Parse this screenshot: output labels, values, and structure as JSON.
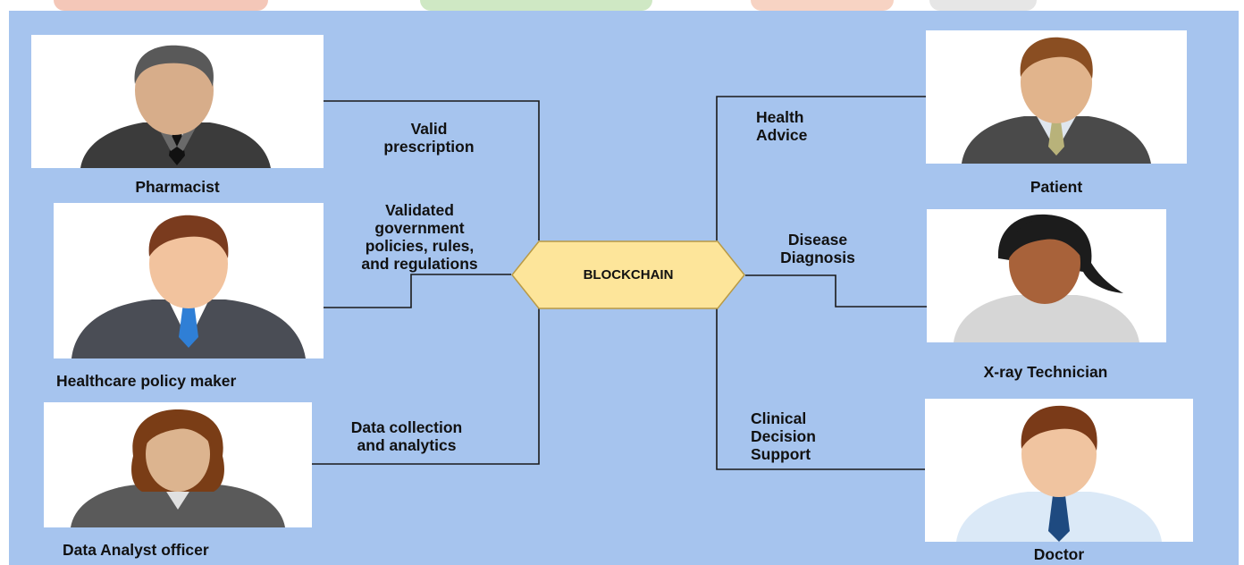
{
  "hub": {
    "label": "BLOCKCHAIN",
    "fill": "#fde59a",
    "stroke": "#c9a94a"
  },
  "colors": {
    "background": "#a6c4ee",
    "line": "#1a1a1a"
  },
  "actors": {
    "pharmacist": {
      "name": "Pharmacist",
      "icon": "man-black-suit-avatar-icon"
    },
    "policy_maker": {
      "name": "Healthcare policy maker",
      "icon": "man-blue-tie-avatar-icon"
    },
    "data_analyst": {
      "name": "Data Analyst officer",
      "icon": "woman-gray-suit-avatar-icon"
    },
    "patient": {
      "name": "Patient",
      "icon": "man-khaki-tie-avatar-icon"
    },
    "xray_technician": {
      "name": "X-ray Technician",
      "icon": "woman-nurse-avatar-icon"
    },
    "doctor": {
      "name": "Doctor",
      "icon": "man-navy-tie-avatar-icon"
    }
  },
  "flows": {
    "pharmacist": "Valid\nprescription",
    "policy_maker": "Validated\ngovernment\npolicies, rules,\nand regulations",
    "data_analyst": "Data collection\nand analytics",
    "patient": "Health\nAdvice",
    "xray_technician": "Disease\nDiagnosis",
    "doctor": "Clinical\nDecision\nSupport"
  }
}
